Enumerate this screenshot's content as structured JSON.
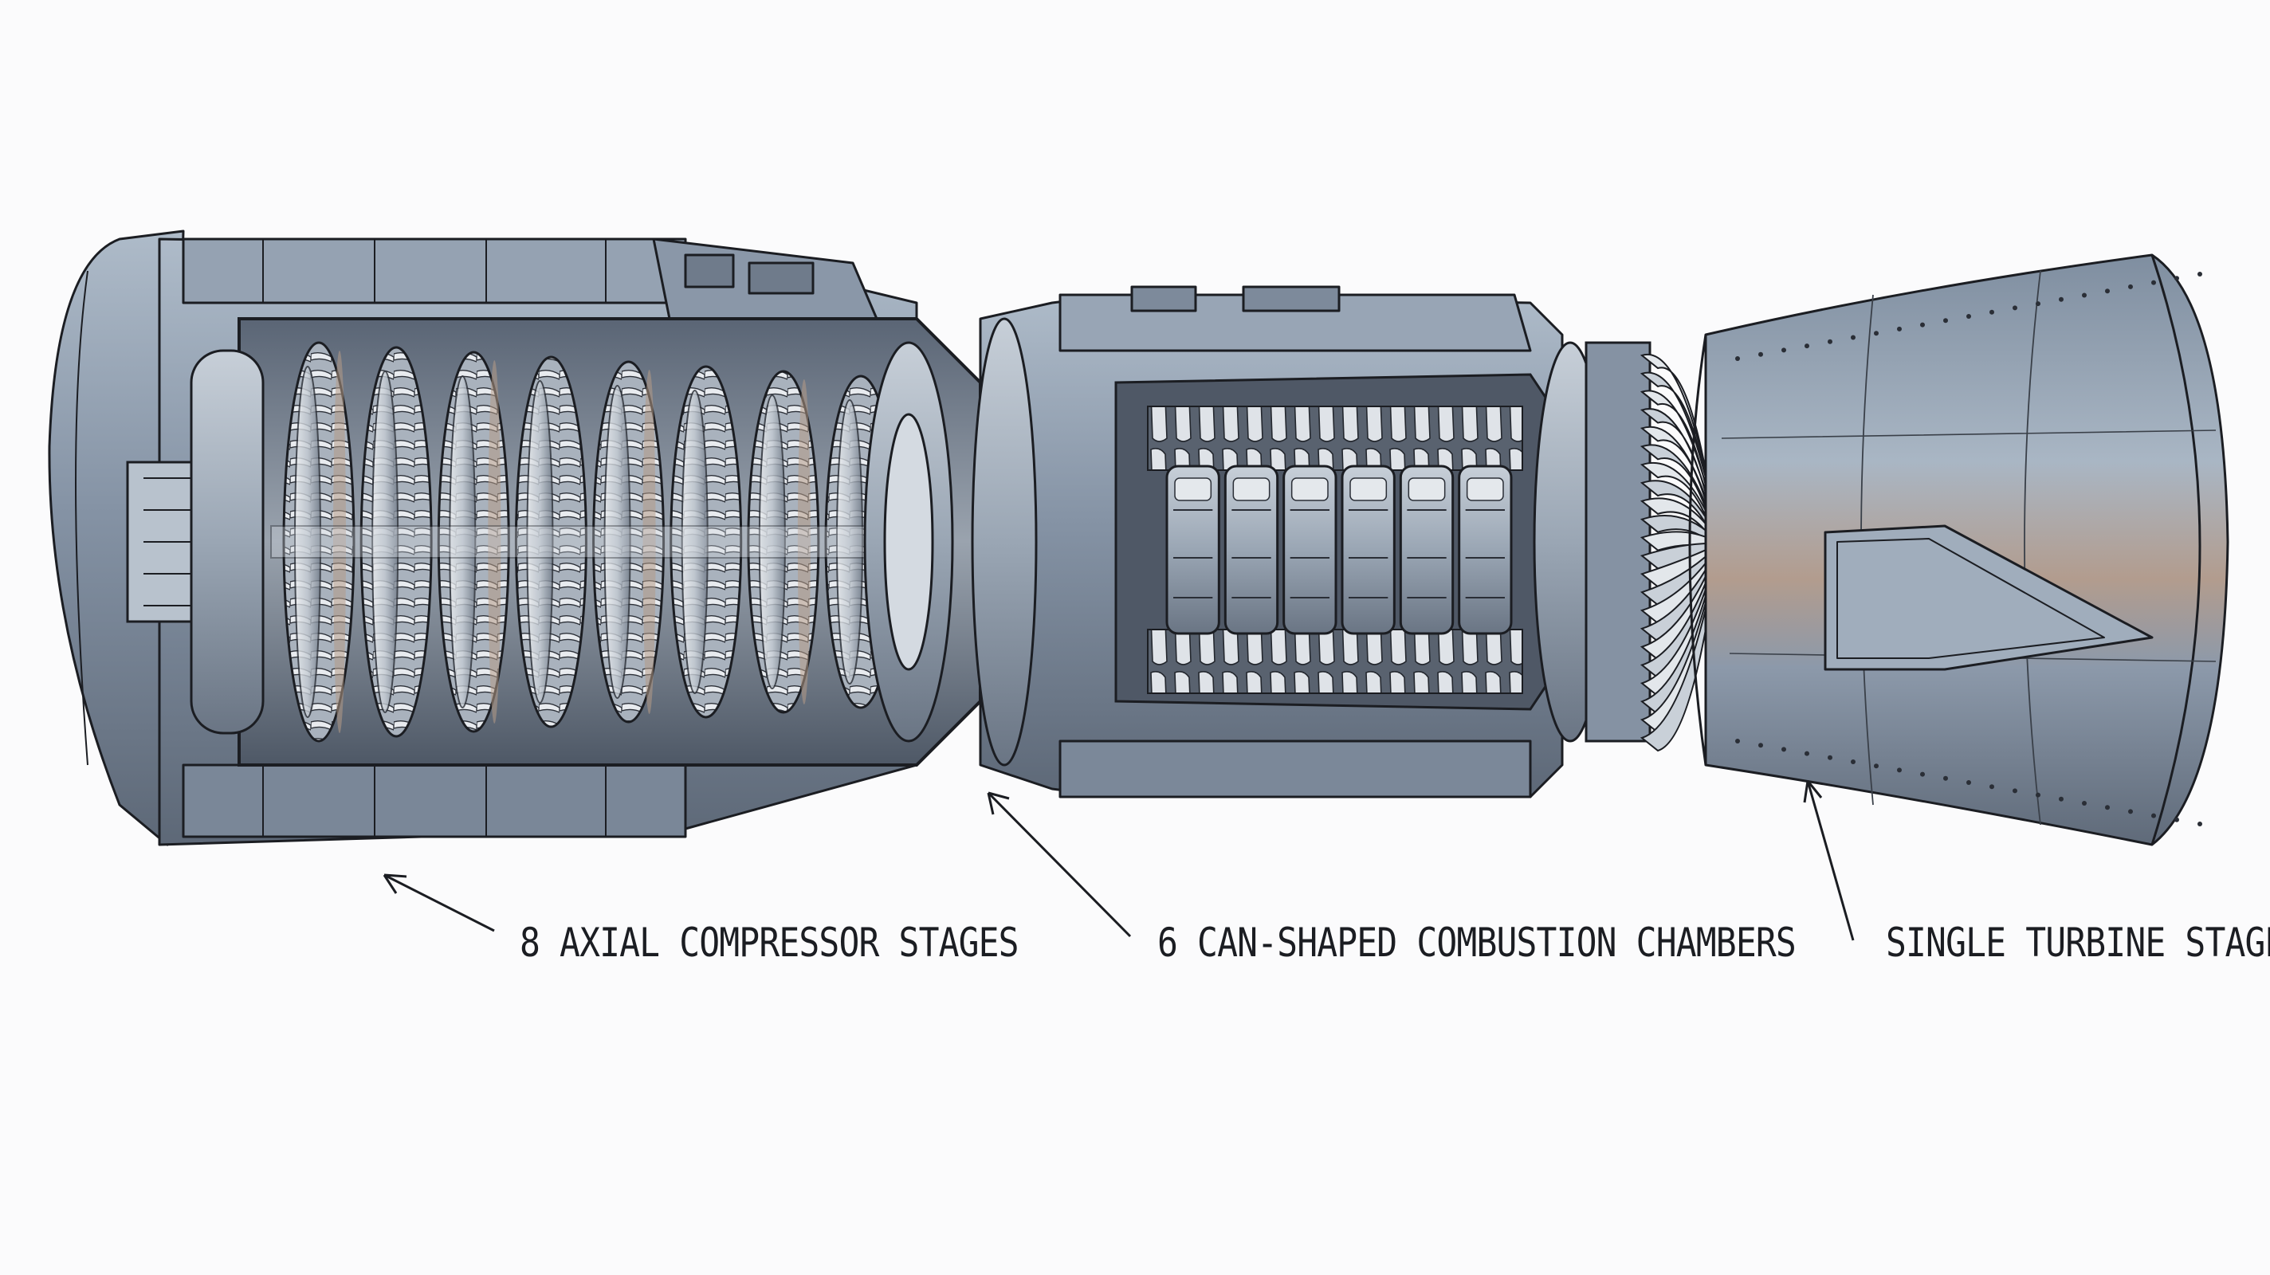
{
  "labels": {
    "compressor": "8 AXIAL COMPRESSOR STAGES",
    "combustion": "6 CAN-SHAPED COMBUSTION CHAMBERS",
    "turbine": "SINGLE TURBINE STAGE"
  },
  "counts": {
    "compressor_stages": 8,
    "combustion_chambers": 6,
    "turbine_stages": 1
  },
  "colors": {
    "background": "#fbfbfc",
    "outline": "#1b1d22",
    "casing": "#8796a8",
    "casing_dark": "#55606f",
    "casing_light": "#b9c4d0",
    "blade": "#d9dde2",
    "bronze": "#b59a86"
  }
}
